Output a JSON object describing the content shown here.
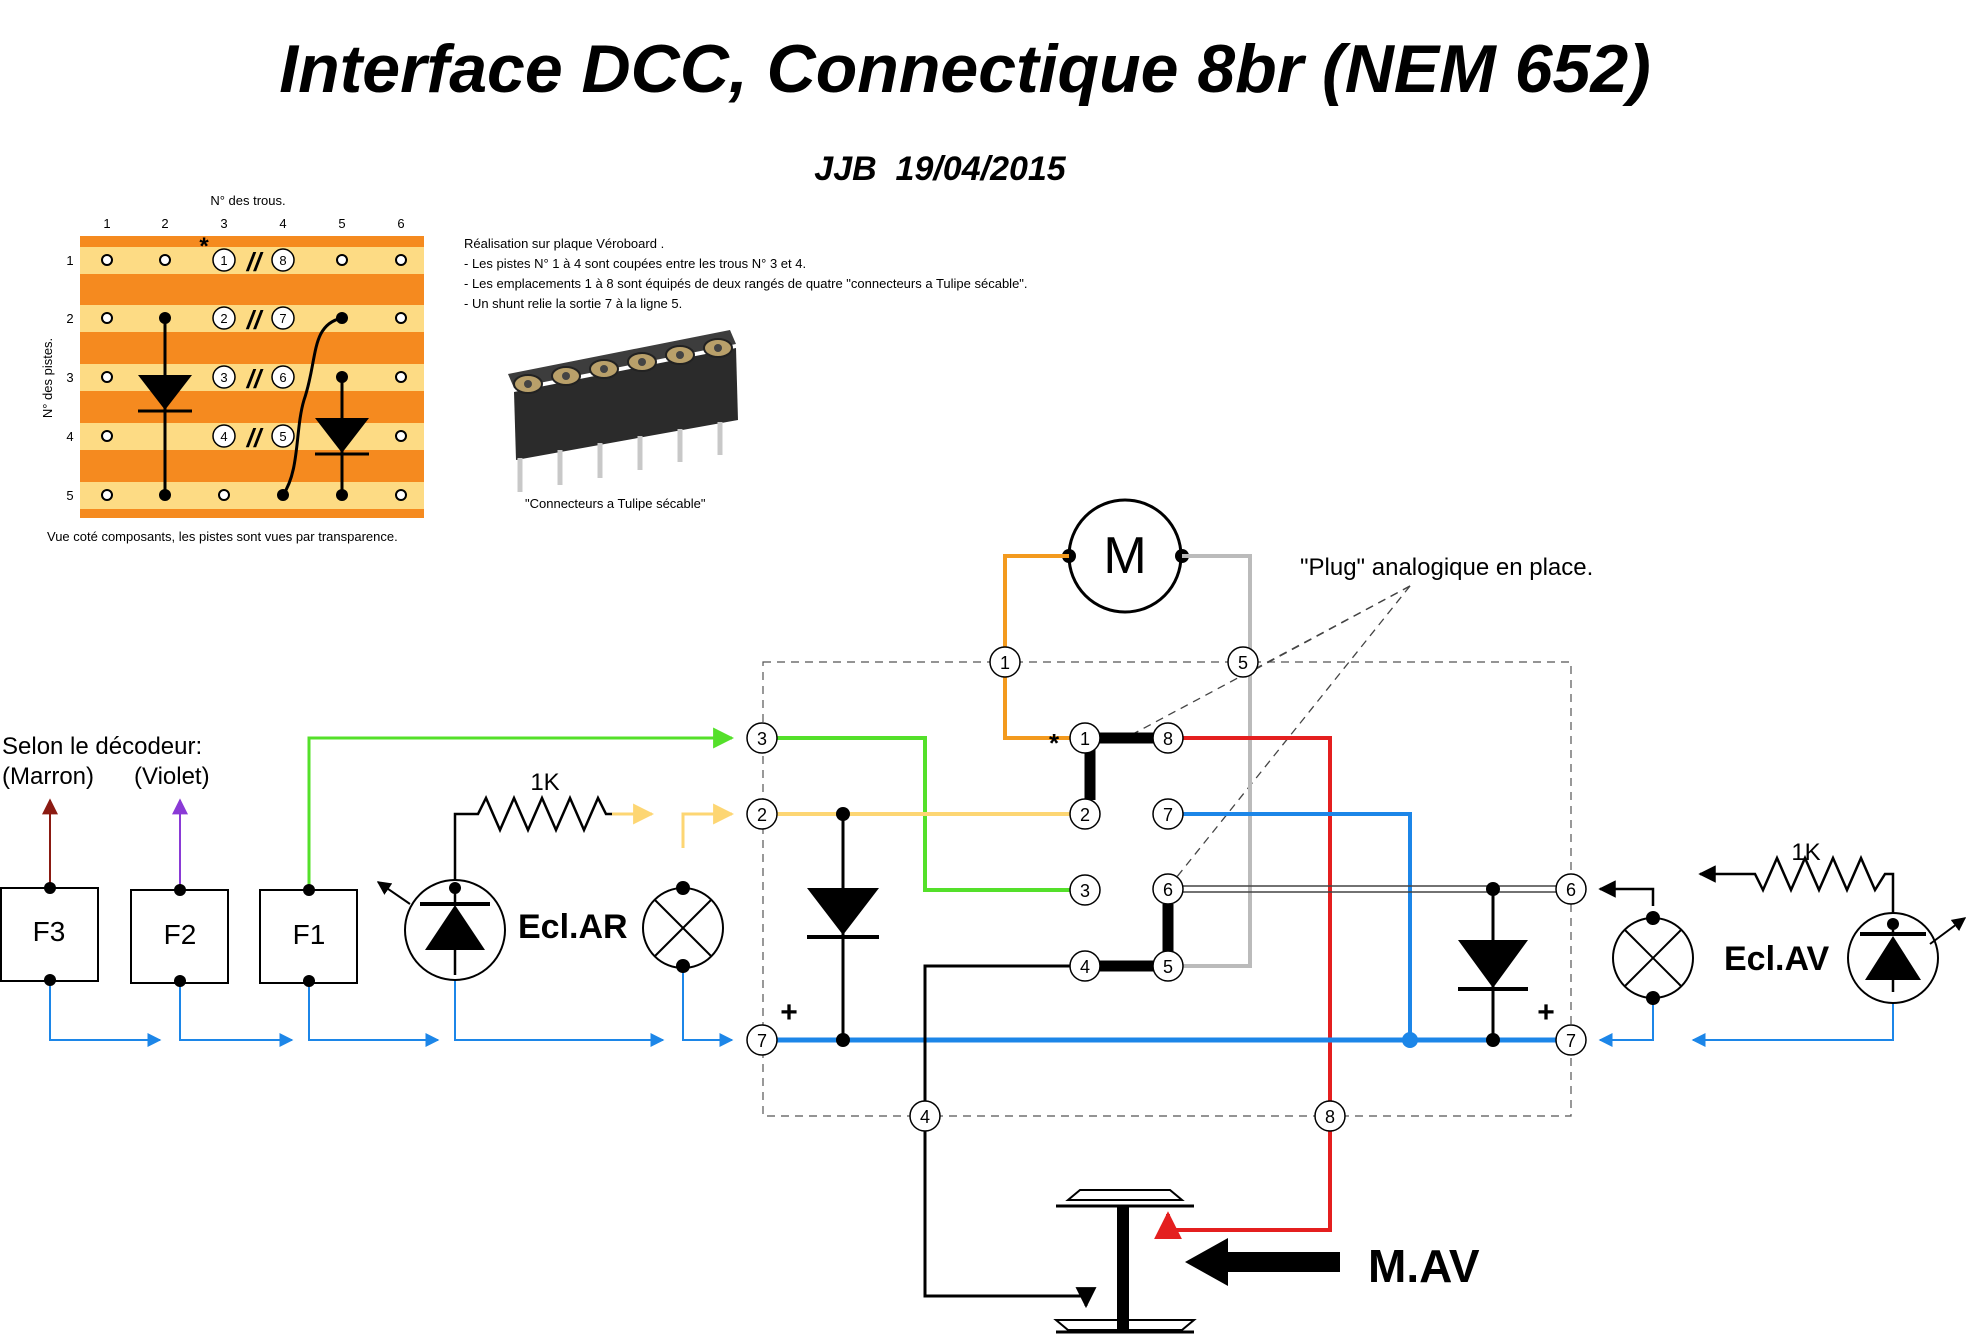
{
  "title": "Interface DCC, Connectique 8br (NEM 652)",
  "author_date": "JJB  19/04/2015",
  "board": {
    "holes_label": "N° des trous.",
    "tracks_label": "N° des pistes.",
    "hole_numbers": [
      "1",
      "2",
      "3",
      "4",
      "5",
      "6"
    ],
    "track_numbers": [
      "1",
      "2",
      "3",
      "4",
      "5"
    ],
    "pin_pairs": [
      [
        "1",
        "8"
      ],
      [
        "2",
        "7"
      ],
      [
        "3",
        "6"
      ],
      [
        "4",
        "5"
      ]
    ],
    "cut_marker": "//",
    "star": "*",
    "caption": "Vue coté composants, les pistes sont vues par transparence."
  },
  "notes": [
    "Réalisation sur plaque Véroboard .",
    "- Les pistes N° 1 à 4 sont coupées entre les trous N° 3 et 4.",
    "- Les emplacements 1 à 8 sont équipés de deux rangés de quatre \"connecteurs a Tulipe sécable\".",
    "- Un shunt relie la sortie 7 à la ligne 5."
  ],
  "photo_caption": "\"Connecteurs a Tulipe sécable\"",
  "schematic": {
    "motor_label": "M",
    "plug_label": "\"Plug\" analogique en place.",
    "decoder_label": "Selon le décodeur:",
    "marron_label": "(Marron)",
    "violet_label": "(Violet)",
    "f3_label": "F3",
    "f2_label": "F2",
    "f1_label": "F1",
    "resistor_left_label": "1K",
    "resistor_right_label": "1K",
    "ecl_ar_label": "Ecl.AR",
    "ecl_av_label": "Ecl.AV",
    "plus_left": "+",
    "plus_right": "+",
    "mav_label": "M.AV",
    "star": "*",
    "nodes": {
      "motor_left": "1",
      "motor_right": "5",
      "left_3": "3",
      "left_2": "2",
      "left_7": "7",
      "inner_1": "1",
      "inner_8": "8",
      "inner_2": "2",
      "inner_7": "7",
      "inner_3": "3",
      "inner_6": "6",
      "inner_4": "4",
      "inner_5": "5",
      "right_6": "6",
      "right_7": "7",
      "bottom_4": "4",
      "bottom_8": "8"
    }
  },
  "colors": {
    "orange": "#f39a1e",
    "gray": "#bbbbbb",
    "red": "#e41f1f",
    "green": "#54e02a",
    "yellow": "#fdd673",
    "blue": "#1c86e8",
    "brown": "#8b1a12",
    "purple": "#8a3ad6",
    "board_orange": "#f58a1f",
    "board_track": "#fddb84"
  }
}
